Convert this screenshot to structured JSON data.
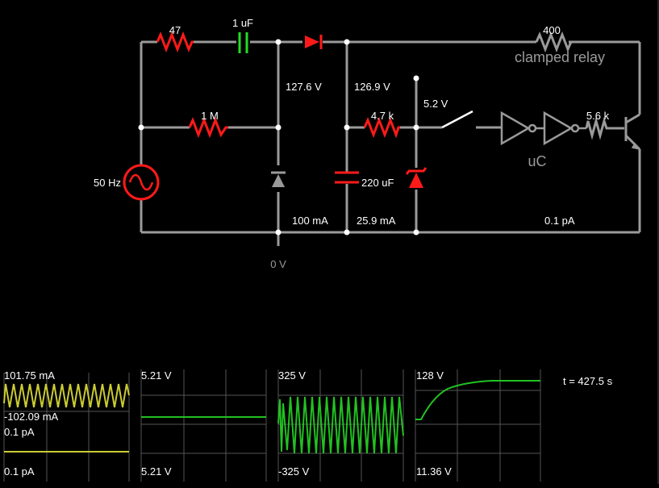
{
  "colors": {
    "wire": "#9a9a9a",
    "active": "#ff1a1a",
    "capacitor_small": "#22dd22",
    "label": "#ffffff",
    "muted": "#9a9a9a",
    "scope_yellow": "#cccc33",
    "scope_green": "#22c122",
    "scope_grid": "#555555"
  },
  "circuit": {
    "r1_label": "47",
    "c1_label": "1 uF",
    "r_relay_label": "400",
    "relay_label": "clamped relay",
    "r2_label": "1 M",
    "source_label": "50 Hz",
    "v_node1": "127.6 V",
    "v_node2": "126.9 V",
    "r3_label": "4.7 k",
    "v_switch": "5.2 V",
    "r4_label": "5.6 k",
    "uc_label": "uC",
    "cap_label": "220 uF",
    "i1": "100 mA",
    "i2": "25.9 mA",
    "i3": "0.1 pA",
    "ground_v": "0 V"
  },
  "scopes": {
    "s1": {
      "top_a": "101.75 mA",
      "bottom_a": "-102.09 mA",
      "top_b": "0.1 pA",
      "bottom_b": "0.1 pA"
    },
    "s2": {
      "top": "5.21 V",
      "bottom": "5.21 V"
    },
    "s3": {
      "top": "325 V",
      "bottom": "-325 V"
    },
    "s4": {
      "top": "128 V",
      "bottom": "11.36 V"
    },
    "time": "t = 427.5 s"
  }
}
